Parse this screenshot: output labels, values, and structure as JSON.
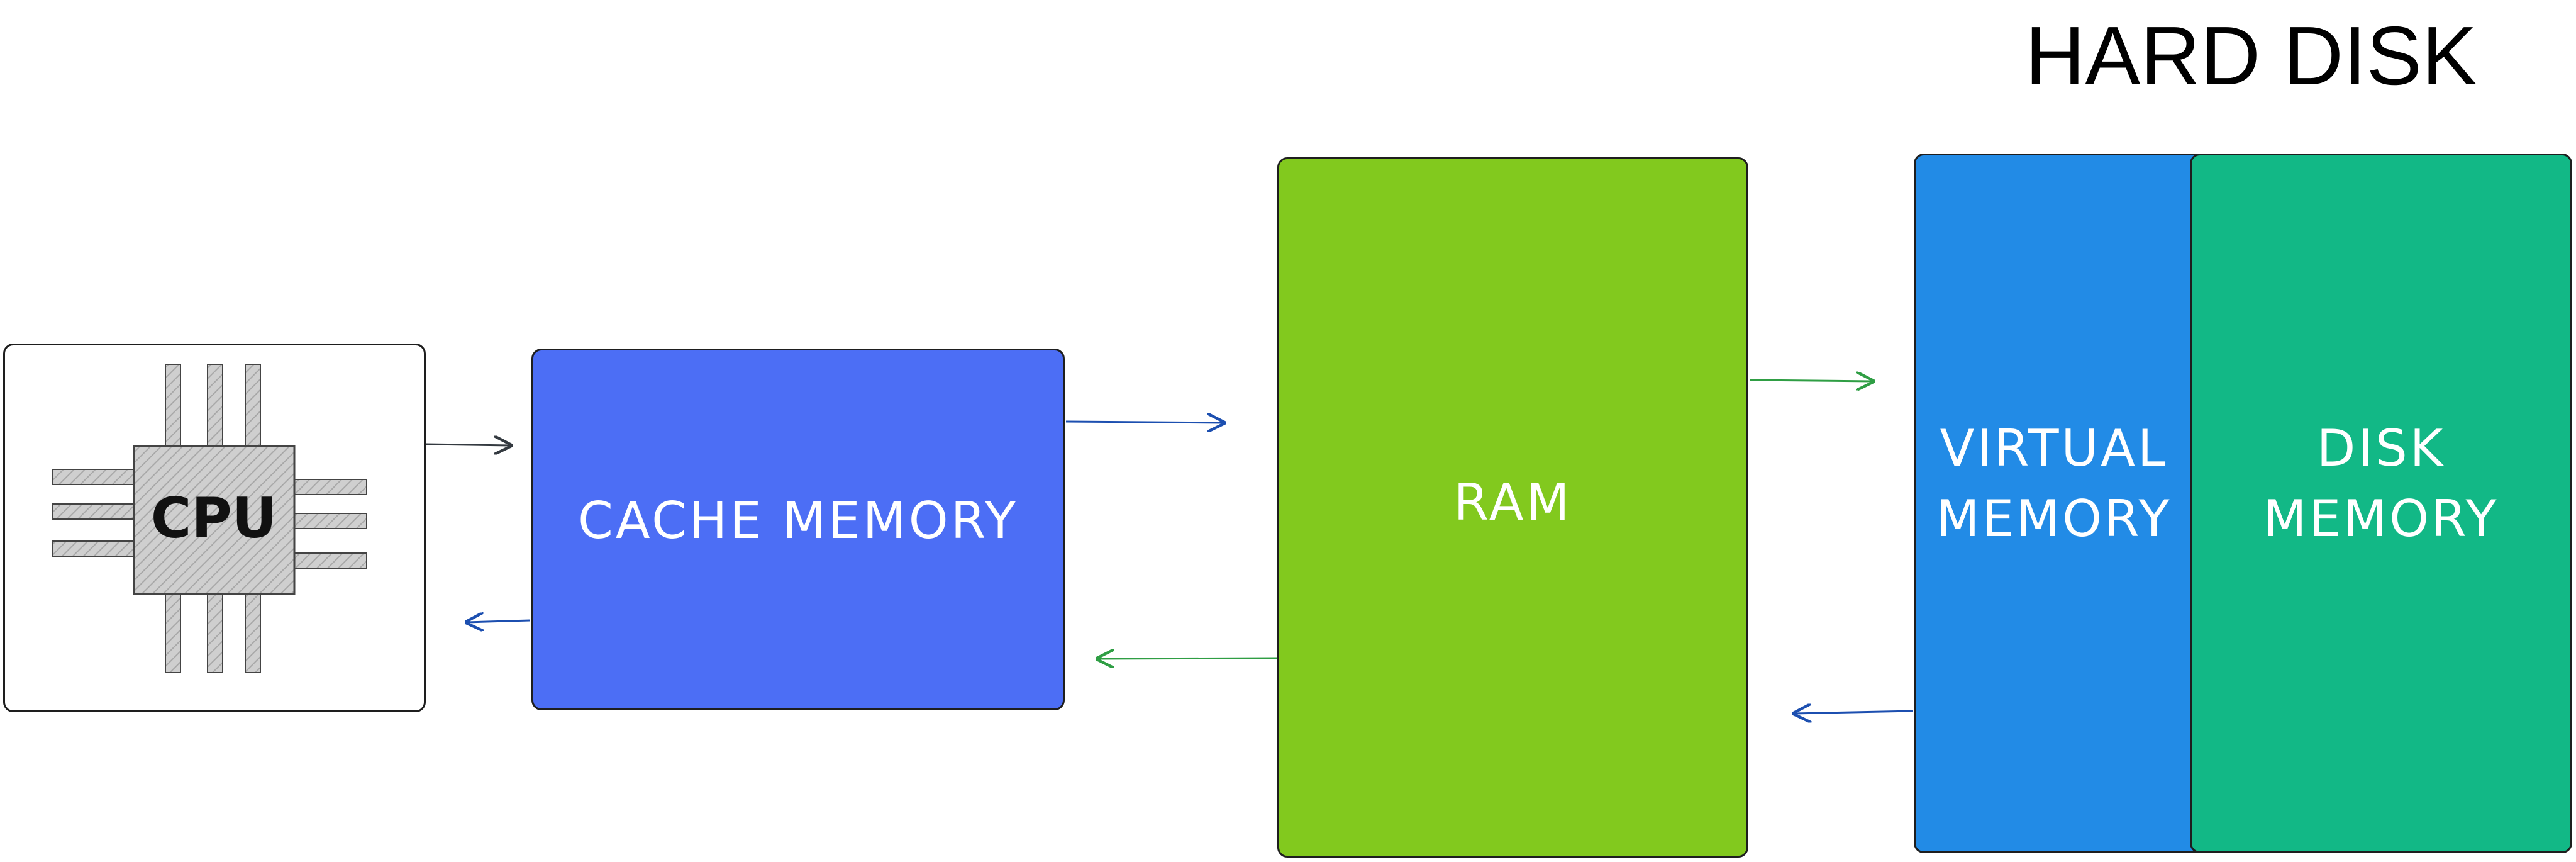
{
  "diagram": {
    "title": "HARD DISK",
    "nodes": {
      "cpu": {
        "label": "CPU"
      },
      "cache": {
        "label": "CACHE MEMORY",
        "color": "#4c6ef5"
      },
      "ram": {
        "label": "RAM",
        "color": "#82c91e"
      },
      "virtual": {
        "label": "VIRTUAL\nMEMORY",
        "color": "#228be6"
      },
      "disk": {
        "label": "DISK\nMEMORY",
        "color": "#12b886"
      }
    },
    "colors": {
      "cpu_chip": "#cfcfcf",
      "arrow_dark": "#343a40",
      "arrow_blue": "#1c4fb0",
      "arrow_green": "#2f9e44",
      "outline": "#1e1e1e"
    }
  }
}
